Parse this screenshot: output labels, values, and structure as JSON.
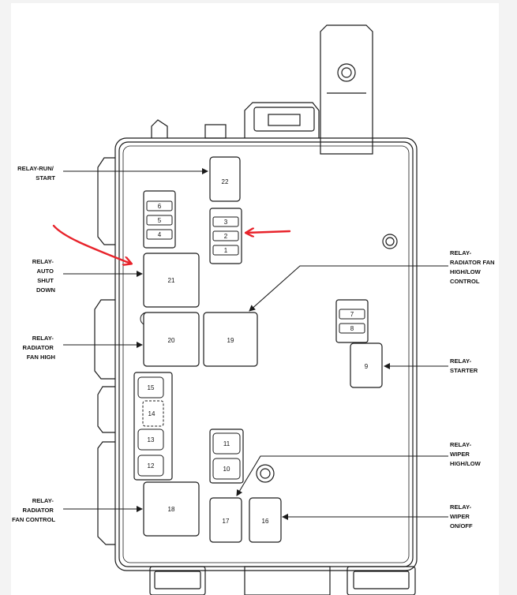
{
  "relays": [
    {
      "id": "relay-run-start",
      "lines": [
        "RELAY-RUN/",
        "START"
      ]
    },
    {
      "id": "relay-auto-shut-down",
      "lines": [
        "RELAY-",
        "AUTO",
        "SHUT",
        "DOWN"
      ]
    },
    {
      "id": "relay-radiator-fan-high",
      "lines": [
        "RELAY-",
        "RADIATOR",
        "FAN HIGH"
      ]
    },
    {
      "id": "relay-radiator-fan-control",
      "lines": [
        "RELAY-",
        "RADIATOR",
        "FAN CONTROL"
      ]
    },
    {
      "id": "relay-radiator-fan-high-low-control",
      "lines": [
        "RELAY-",
        "RADIATOR FAN",
        "HIGH/LOW",
        "CONTROL"
      ]
    },
    {
      "id": "relay-starter",
      "lines": [
        "RELAY-",
        "STARTER"
      ]
    },
    {
      "id": "relay-wiper-high-low",
      "lines": [
        "RELAY-",
        "WIPER",
        "HIGH/LOW"
      ]
    },
    {
      "id": "relay-wiper-on-off",
      "lines": [
        "RELAY-",
        "WIPER",
        "ON/OFF"
      ]
    }
  ],
  "fuse_numbers": [
    "1",
    "2",
    "3",
    "4",
    "5",
    "6",
    "7",
    "8",
    "9",
    "10",
    "11",
    "12",
    "13",
    "14",
    "15",
    "16",
    "17",
    "18",
    "19",
    "20",
    "21",
    "22"
  ],
  "colors": {
    "line": "#1a1a1a",
    "annotation": "#e8232b",
    "background": "#f3f3f3"
  }
}
